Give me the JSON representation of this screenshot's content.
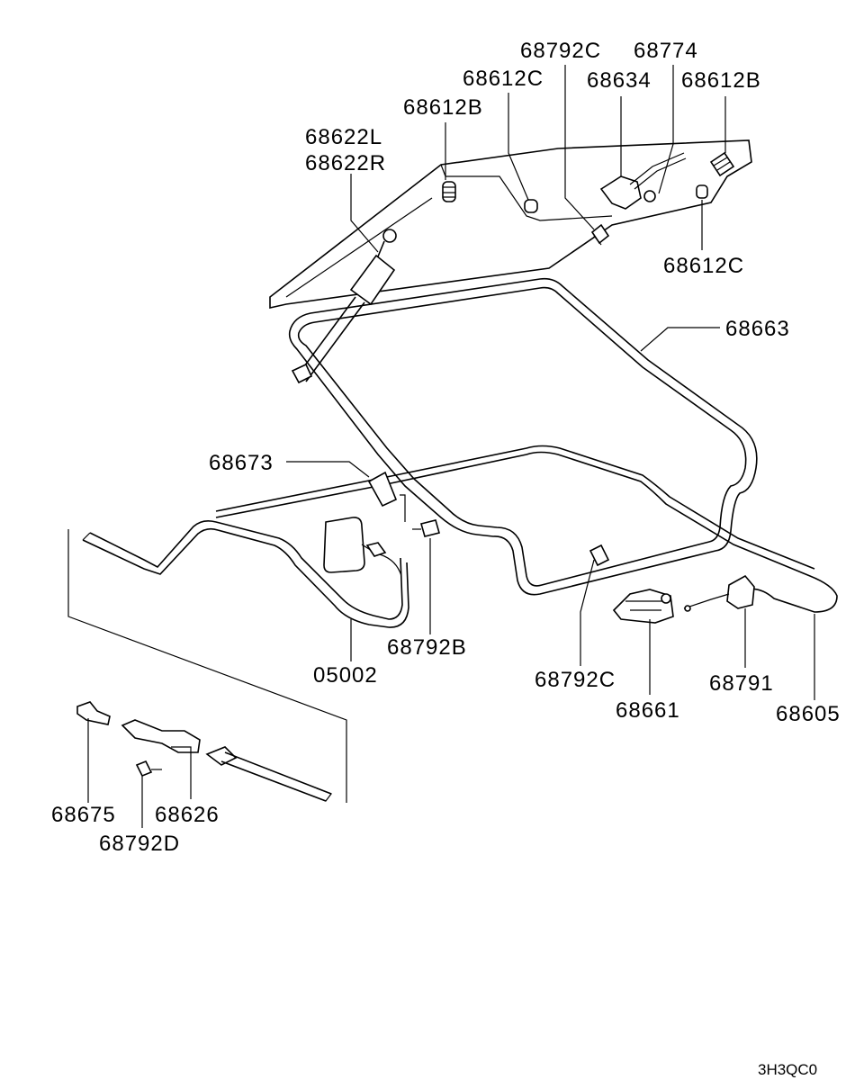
{
  "diagram": {
    "code": "3H3QC0",
    "labels": {
      "p68792C_top": "68792C",
      "p68774": "68774",
      "p68612C_top": "68612C",
      "p68634": "68634",
      "p68612B_right": "68612B",
      "p68612B_left": "68612B",
      "p68622L": "68622L",
      "p68622R": "68622R",
      "p68612C_lower": "68612C",
      "p68663": "68663",
      "p68673": "68673",
      "p68792B": "68792B",
      "p05002": "05002",
      "p68792C_bottom": "68792C",
      "p68661": "68661",
      "p68791": "68791",
      "p68605": "68605",
      "p68675": "68675",
      "p68626": "68626",
      "p68792D": "68792D"
    }
  }
}
